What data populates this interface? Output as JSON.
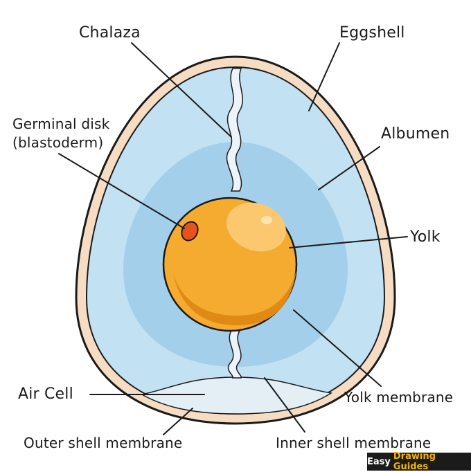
{
  "labels": {
    "chalaza": "Chalaza",
    "eggshell": "Eggshell",
    "germinal_line1": "Germinal disk",
    "germinal_line2": "(blastoderm)",
    "albumen": "Albumen",
    "yolk": "Yolk",
    "air_cell": "Air Cell",
    "yolk_membrane": "Yolk membrane",
    "outer_shell_membrane": "Outer shell membrane",
    "inner_shell_membrane": "Inner shell membrane"
  },
  "brand": {
    "part1": "Easy",
    "part2": "Drawing Guides"
  },
  "colors": {
    "shell": "#f6dcc2",
    "outline": "#1a1a1a",
    "albumen_outer": "#c2e1f3",
    "albumen_inner": "#a3cfea",
    "air_cell": "#e3eef5",
    "chalaza": "#ecf4fa",
    "yolk": "#f5ab2f",
    "yolk_shadow": "#e08a16",
    "yolk_highlight": "#fbc870",
    "germinal_disk": "#e8521f"
  }
}
